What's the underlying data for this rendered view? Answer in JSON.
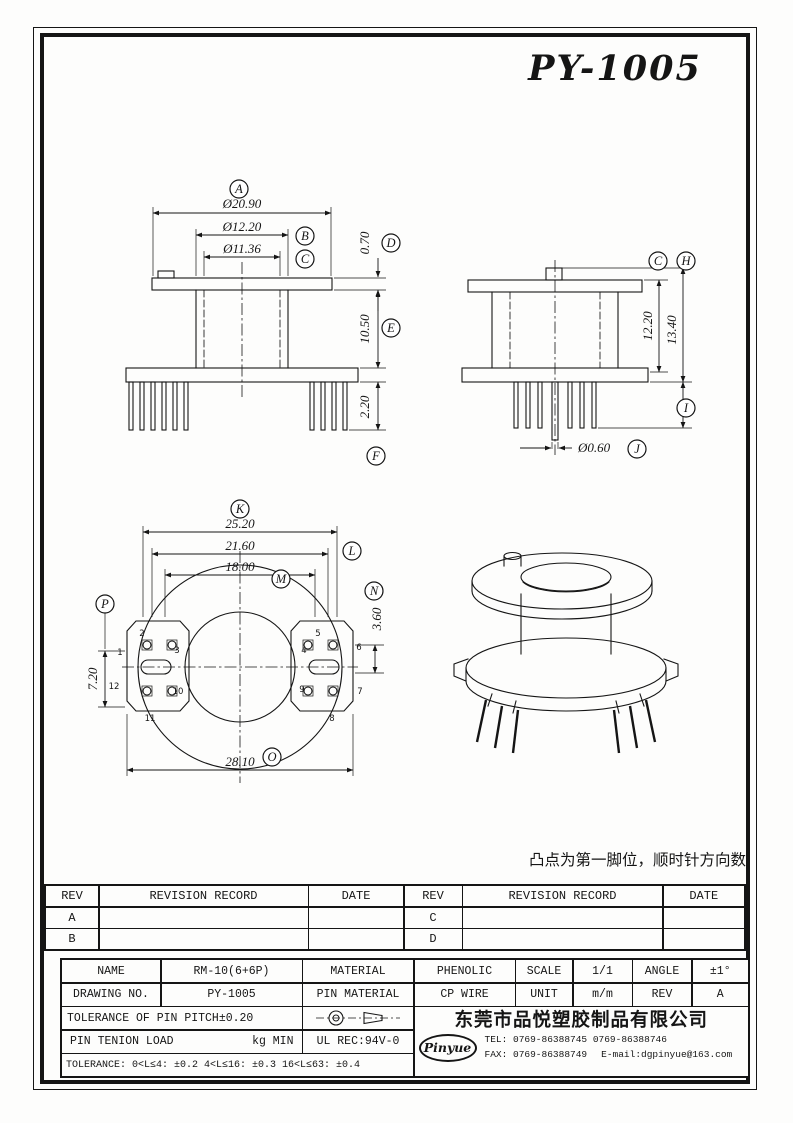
{
  "sheet": {
    "title": "PY-1005",
    "note": "凸点为第一脚位，顺时针方向数"
  },
  "front_view": {
    "dim_a": "Ø20.90",
    "dim_b": "Ø12.20",
    "dim_c": "Ø11.36",
    "dim_d": "0.70",
    "dim_e": "10.50",
    "dim_f": "2.20",
    "bal_a": "A",
    "bal_b": "B",
    "bal_c": "C",
    "bal_d": "D",
    "bal_e": "E",
    "bal_f": "F"
  },
  "side_view": {
    "dim_c": "12.20",
    "dim_h": "13.40",
    "dim_j": "Ø0.60",
    "bal_c": "C",
    "bal_h": "H",
    "bal_i": "I",
    "bal_j": "J"
  },
  "bottom_view": {
    "dim_k": "25.20",
    "dim_l": "21.60",
    "dim_m": "18.00",
    "dim_n": "3.60",
    "dim_o": "28.10",
    "dim_p": "7.20",
    "bal_k": "K",
    "bal_l": "L",
    "bal_m": "M",
    "bal_n": "N",
    "bal_o": "O",
    "bal_p": "P",
    "pins": {
      "n1": "1",
      "n2": "2",
      "n3": "3",
      "n4": "4",
      "n5": "5",
      "n6": "6",
      "n7": "7",
      "n8": "8",
      "n9": "9",
      "n10": "10",
      "n11": "11",
      "n12": "12"
    }
  },
  "revision_table": {
    "h_rev_left": "REV",
    "h_record_left": "REVISION RECORD",
    "h_date_left": "DATE",
    "h_rev_right": "REV",
    "h_record_right": "REVISION RECORD",
    "h_date_right": "DATE",
    "row1_left": "A",
    "row1_right": "C",
    "row2_left": "B",
    "row2_right": "D"
  },
  "title_block": {
    "name_label": "NAME",
    "name_value": "RM-10(6+6P)",
    "material_label": "MATERIAL",
    "material_value": "PHENOLIC",
    "scale_label": "SCALE",
    "scale_value": "1/1",
    "angle_label": "ANGLE",
    "angle_value": "±1°",
    "drawing_no_label": "DRAWING NO.",
    "drawing_no_value": "PY-1005",
    "pin_material_label": "PIN MATERIAL",
    "pin_material_value": "CP WIRE",
    "unit_label": "UNIT",
    "unit_value": "m/m",
    "rev_label": "REV",
    "rev_value": "A",
    "pin_pitch_tolerance": "TOLERANCE OF PIN PITCH±0.20",
    "pin_tension_label": "PIN TENION LOAD",
    "pin_tension_unit": "kg MIN",
    "ul_rec": "UL REC:94V-0",
    "length_tolerance": "TOLERANCE: 0<L≤4: ±0.2   4<L≤16: ±0.3   16<L≤63: ±0.4"
  },
  "company": {
    "logo": "Pinyue",
    "name": "东莞市品悦塑胶制品有限公司",
    "tel": "TEL: 0769-86388745    0769-86388746",
    "fax": "FAX: 0769-86388749",
    "email": "E-mail:dgpinyue@163.com"
  }
}
